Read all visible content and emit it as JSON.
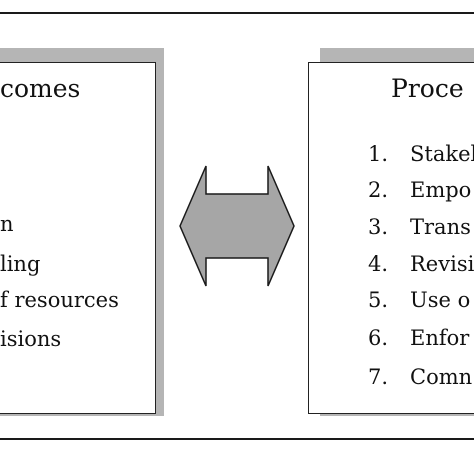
{
  "outcomes_box": {
    "title": "comes",
    "items": [
      "n",
      "ling",
      "f resources",
      "isions"
    ]
  },
  "arrow": {
    "icon": "double-headed-arrow-icon",
    "fill": "#a6a6a6"
  },
  "process_box": {
    "title": "Proce",
    "items": [
      {
        "num": "1.",
        "text": "Stakel"
      },
      {
        "num": "2.",
        "text": "Empo"
      },
      {
        "num": "3.",
        "text": "Trans"
      },
      {
        "num": "4.",
        "text": "Revisi"
      },
      {
        "num": "5.",
        "text": "Use o"
      },
      {
        "num": "6.",
        "text": "Enfor"
      },
      {
        "num": "7.",
        "text": "Comn"
      }
    ]
  }
}
